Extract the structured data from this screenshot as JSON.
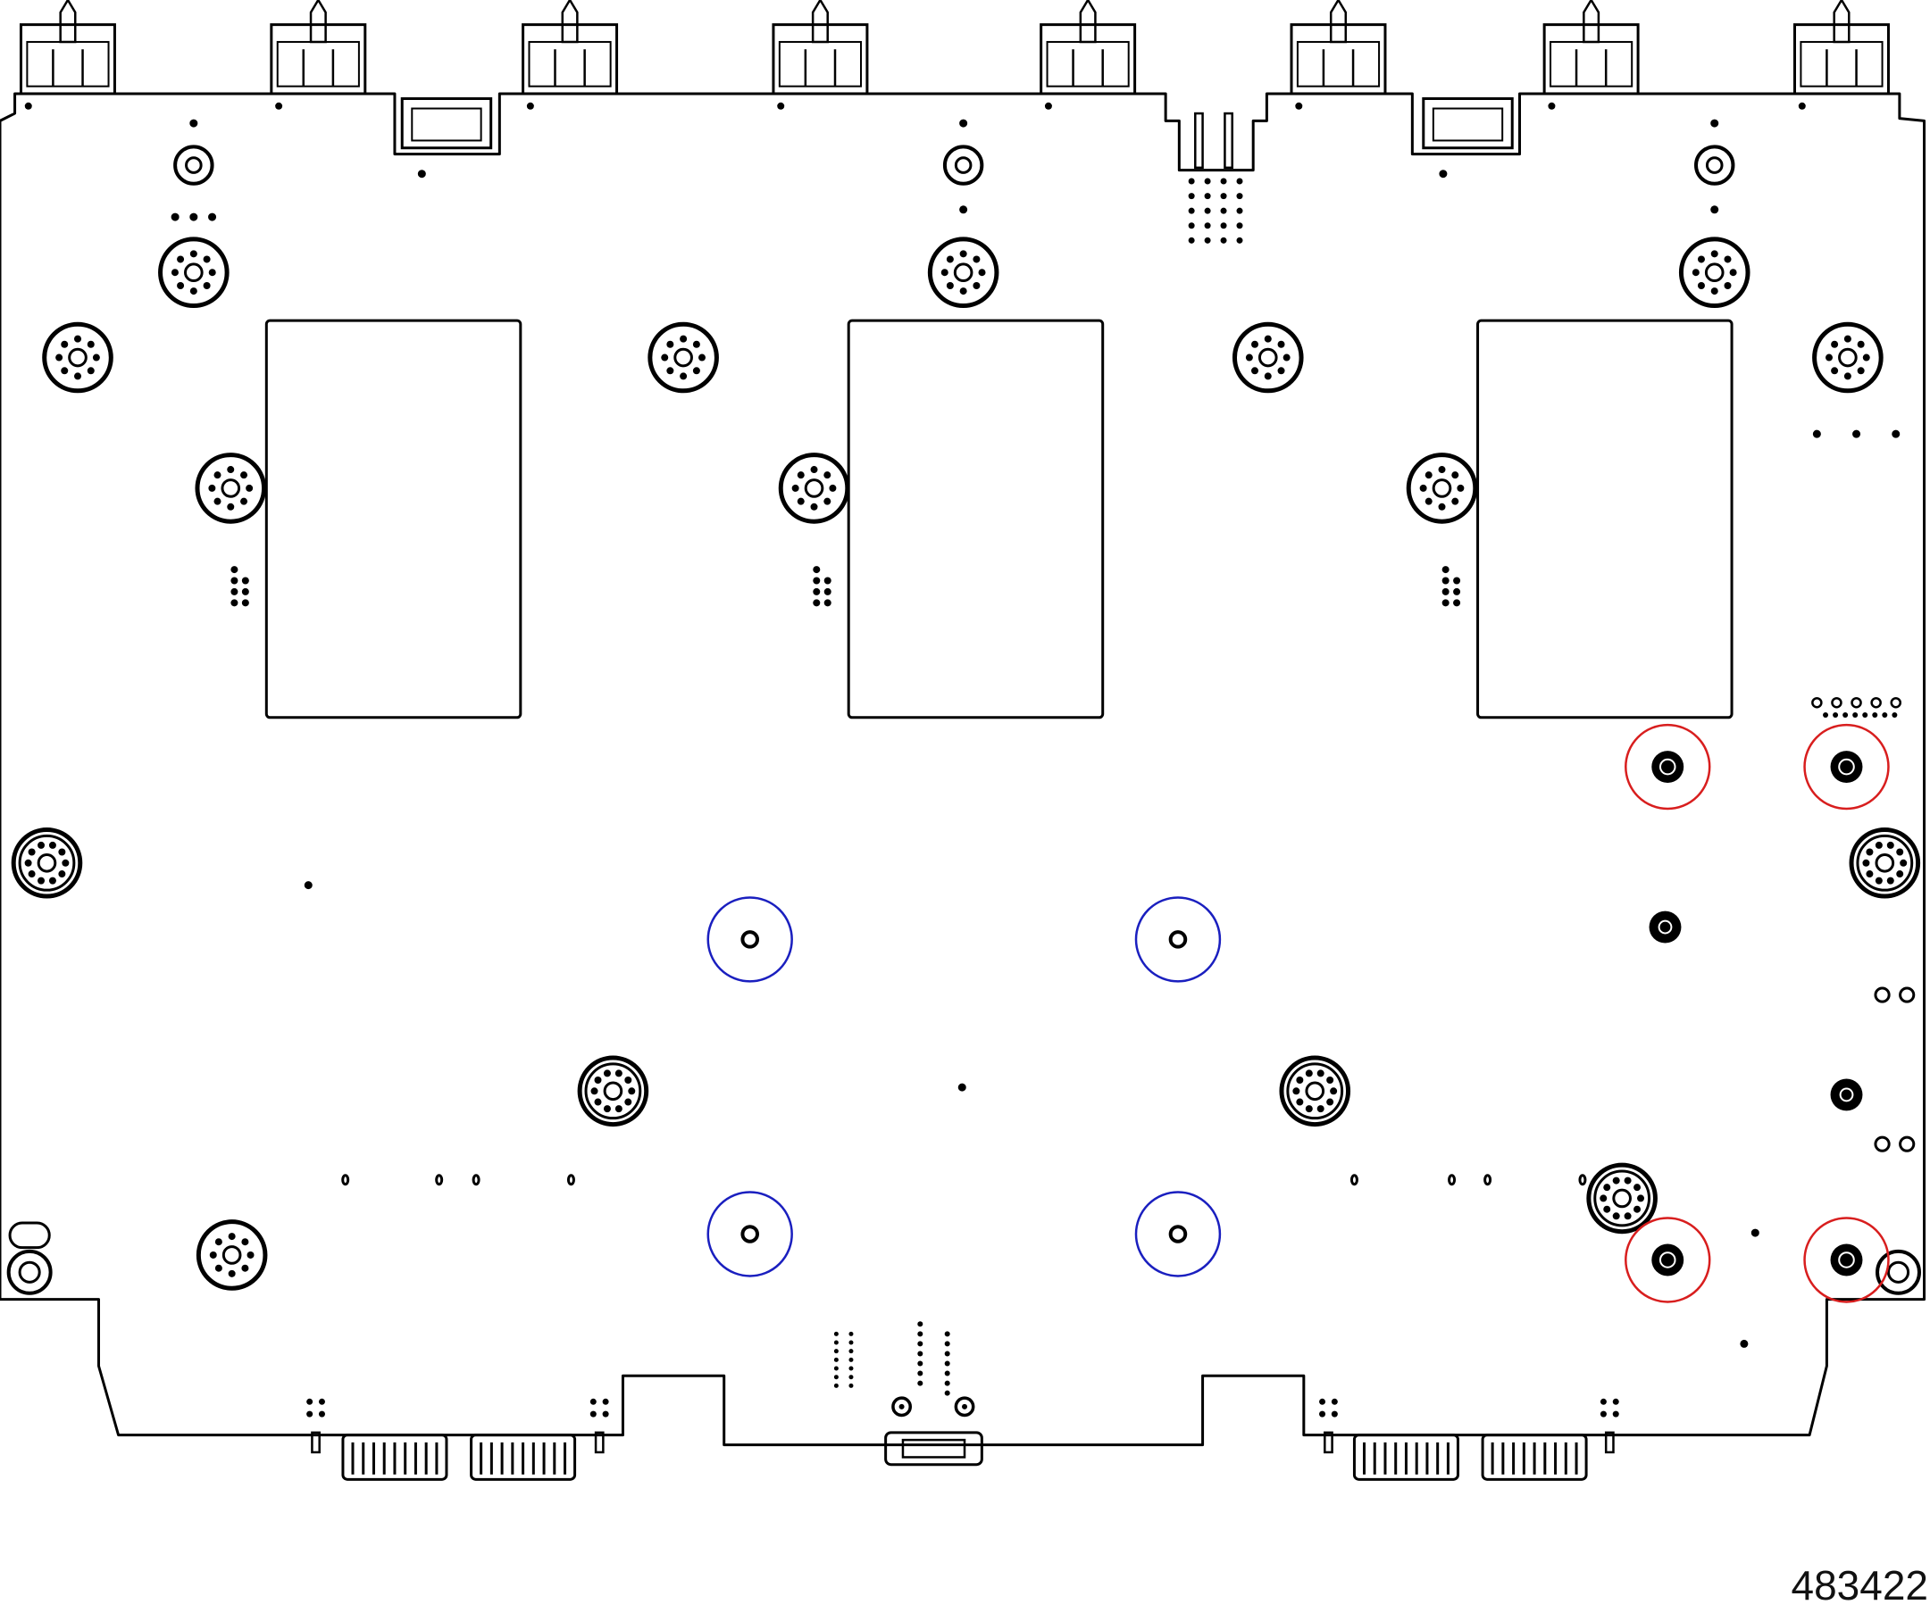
{
  "figure": {
    "id_label": "483422",
    "type": "pcb-mounting-hole-diagram",
    "line_color": "#000000",
    "highlight_red": "#d81e1e",
    "highlight_blue": "#1a1fbf",
    "highlighted_holes": {
      "red_circles": 4,
      "blue_circles": 4
    },
    "heatsink_pads": 3
  }
}
